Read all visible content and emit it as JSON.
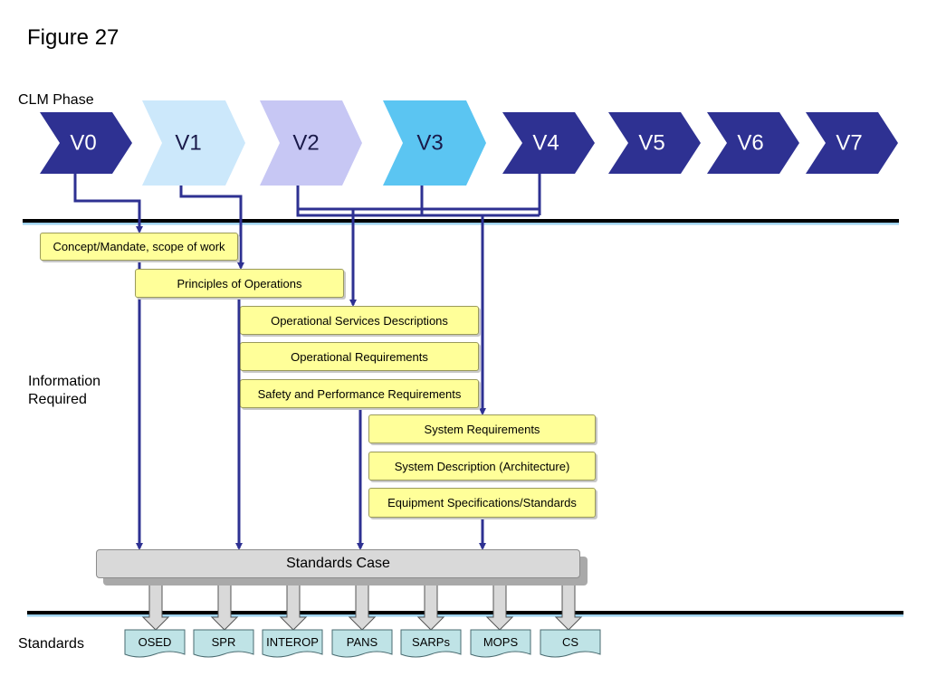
{
  "title": "Figure 27",
  "labels": {
    "clm_phase": "CLM Phase",
    "information_required": "Information Required",
    "standards": "Standards"
  },
  "phases": [
    {
      "label": "V0",
      "fill": "#2e3192",
      "text": "#ffffff"
    },
    {
      "label": "V1",
      "fill": "#cce8fb",
      "text": "#1a1a4a"
    },
    {
      "label": "V2",
      "fill": "#c7c7f4",
      "text": "#1a1a4a"
    },
    {
      "label": "V3",
      "fill": "#5bc5f2",
      "text": "#1a1a4a"
    },
    {
      "label": "V4",
      "fill": "#2e3192",
      "text": "#ffffff"
    },
    {
      "label": "V5",
      "fill": "#2e3192",
      "text": "#ffffff"
    },
    {
      "label": "V6",
      "fill": "#2e3192",
      "text": "#ffffff"
    },
    {
      "label": "V7",
      "fill": "#2e3192",
      "text": "#ffffff"
    }
  ],
  "information_boxes": [
    "Concept/Mandate, scope of work",
    "Principles of Operations",
    "Operational Services Descriptions",
    "Operational Requirements",
    "Safety and Performance Requirements",
    "System Requirements",
    "System Description (Architecture)",
    "Equipment Specifications/Standards"
  ],
  "standards_case": "Standards Case",
  "documents": [
    "OSED",
    "SPR",
    "INTEROP",
    "PANS",
    "SARPs",
    "MOPS",
    "CS"
  ],
  "colors": {
    "line": "#2e3192",
    "box_fill": "#ffff99",
    "doc_fill": "#bfe3e6",
    "standards_case_fill": "#d9d9d9"
  }
}
